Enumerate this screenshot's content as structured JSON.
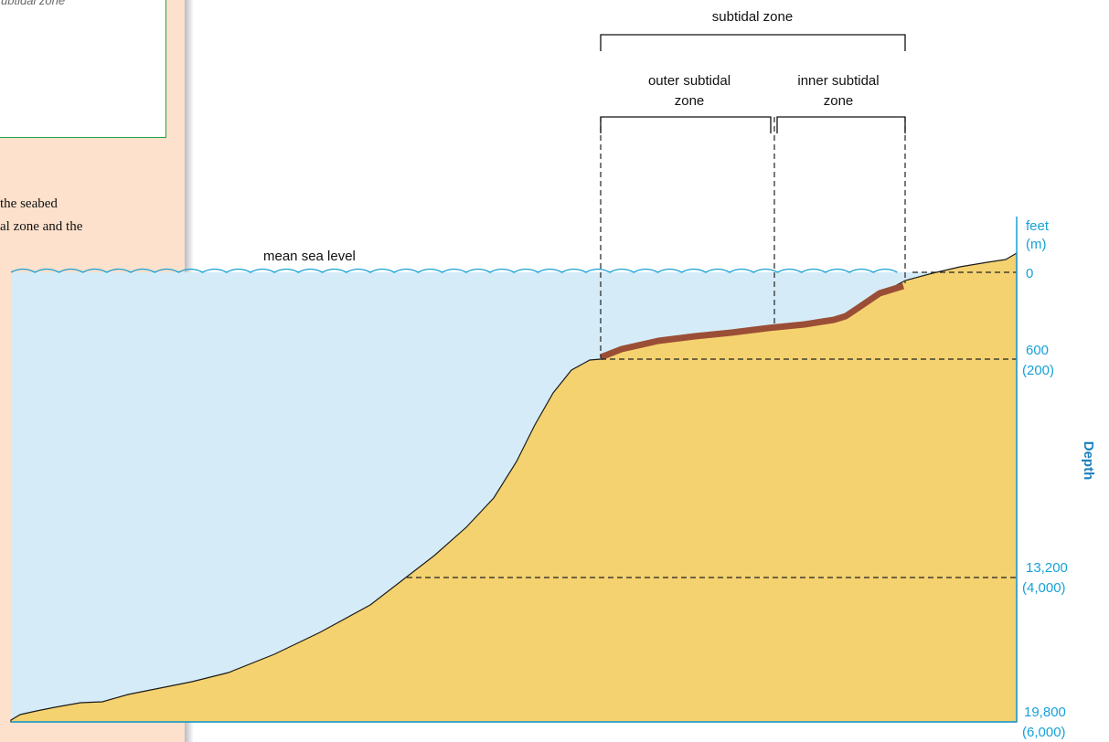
{
  "sidebar": {
    "box_text": "ubtidal zone",
    "text_lines": [
      "the seabed",
      "al zone and the"
    ]
  },
  "diagram": {
    "sea_level_label": "mean sea level",
    "zones": {
      "subtidal": "subtidal zone",
      "outer_line1": "outer subtidal",
      "outer_line2": "zone",
      "inner_line1": "inner subtidal",
      "inner_line2": "zone"
    },
    "depth_axis": {
      "title": "Depth",
      "unit_line1": "feet",
      "unit_line2": "(m)",
      "ticks": [
        {
          "feet": "0",
          "meters": ""
        },
        {
          "feet": "600",
          "meters": "(200)"
        },
        {
          "feet": "13,200",
          "meters": "(4,000)"
        },
        {
          "feet": "19,800",
          "meters": "(6,000)"
        }
      ]
    },
    "colors": {
      "water": "#d5ecf8",
      "seabed": "#f5d270",
      "subtidal_highlight": "#9b4e36",
      "axis_text": "#16a1d8",
      "axis_title": "#1a7fc0"
    }
  }
}
